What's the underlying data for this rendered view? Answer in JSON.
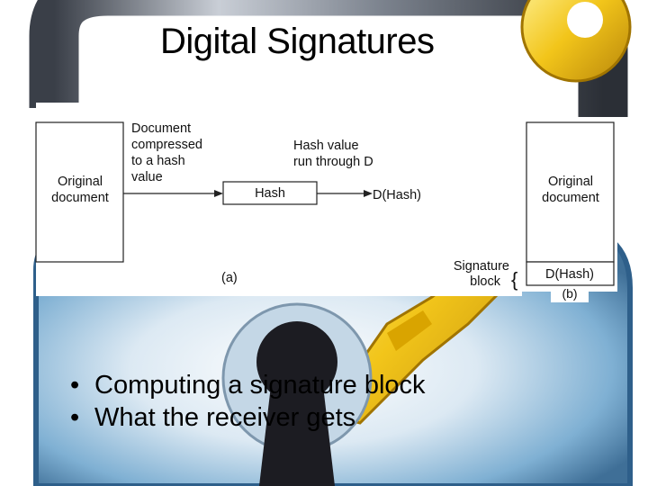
{
  "slide": {
    "title": "Digital Signatures",
    "bullets": [
      "Computing a signature block",
      "What the receiver gets"
    ]
  },
  "diagram_a": {
    "original_document": [
      "Original",
      "document"
    ],
    "compress_note": [
      "Document",
      "compressed",
      "to a hash",
      "value"
    ],
    "hash_box": "Hash",
    "hash_note": [
      "Hash value",
      "run through D"
    ],
    "dhash": "D(Hash)",
    "caption": "(a)"
  },
  "diagram_b": {
    "original_document": [
      "Original",
      "document"
    ],
    "signature_label": [
      "Signature",
      "block"
    ],
    "dhash": "D(Hash)",
    "caption": "(b)"
  },
  "colors": {
    "lock_blue": "#5a8fb8",
    "key_yellow": "#f2c51a",
    "keyhole": "#1c1c22"
  }
}
